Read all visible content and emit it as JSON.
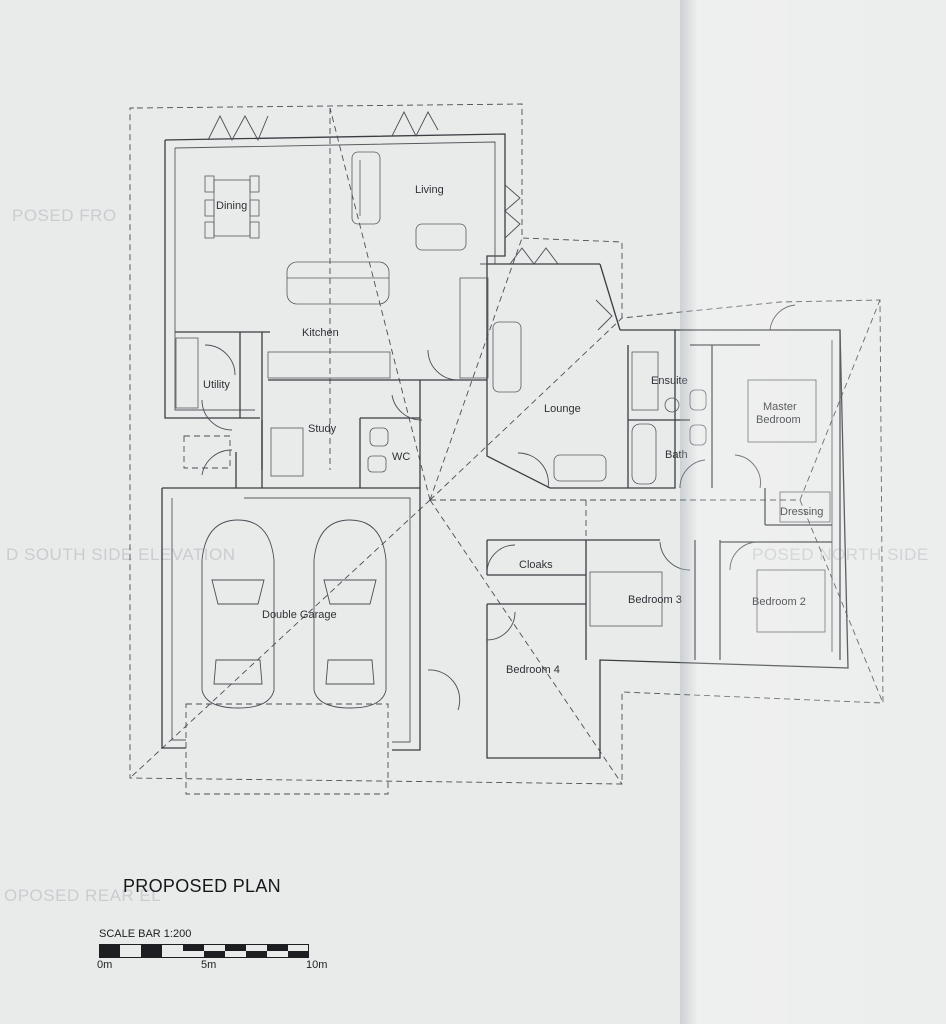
{
  "drawing": {
    "title": "PROPOSED PLAN",
    "scale_label": "SCALE BAR 1:200",
    "scale_ticks": [
      "0m",
      "5m",
      "10m"
    ]
  },
  "rooms": {
    "dining": "Dining",
    "living": "Living",
    "kitchen": "Kitchen",
    "utility": "Utility",
    "study": "Study",
    "wc": "WC",
    "lounge": "Lounge",
    "ensuite": "Ensuite",
    "master_line1": "Master",
    "master_line2": "Bedroom",
    "bath": "Bath",
    "dressing": "Dressing",
    "cloaks": "Cloaks",
    "bedroom3": "Bedroom 3",
    "bedroom2": "Bedroom 2",
    "garage": "Double Garage",
    "bedroom4": "Bedroom 4"
  },
  "ghost_text": {
    "left_upper": "POSED FRO",
    "left_middle": "D SOUTH SIDE ELEVATION",
    "right_middle": "POSED NORTH SIDE",
    "left_lower": "OPOSED REAR EL"
  },
  "colors": {
    "paper": "#e9ebea",
    "ink": "#3a3d42"
  }
}
